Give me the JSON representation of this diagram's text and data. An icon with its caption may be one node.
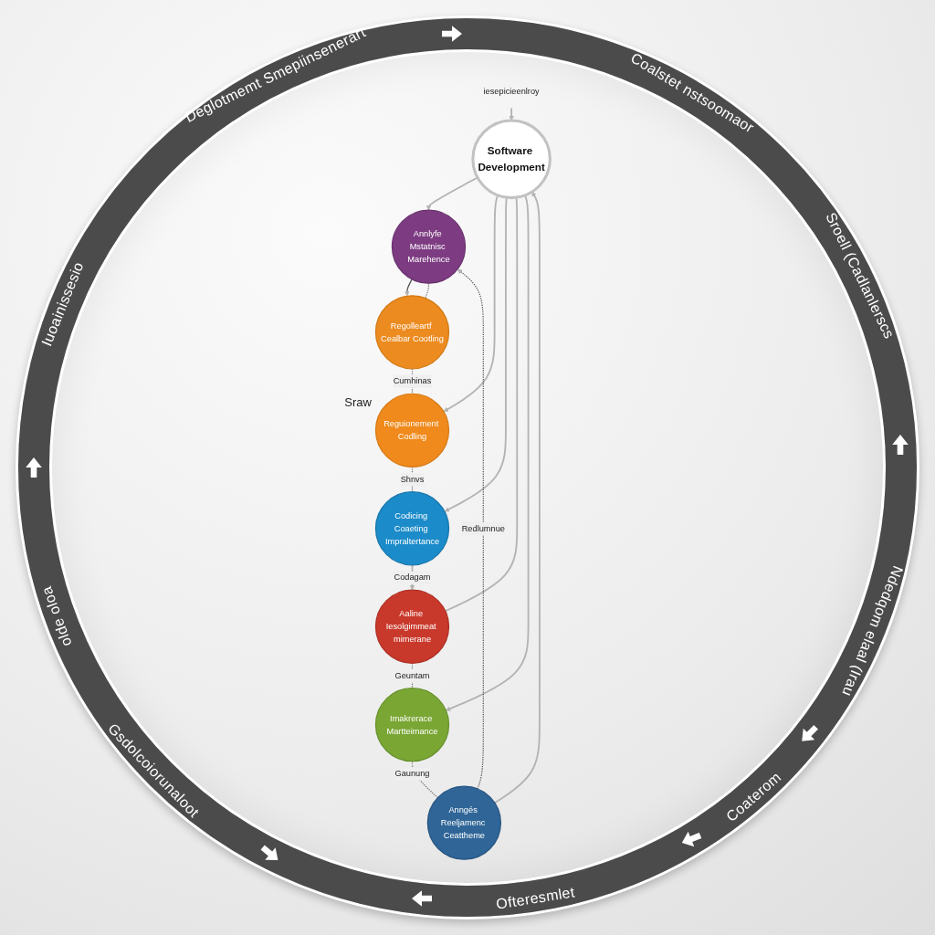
{
  "diagram": {
    "nodes": [
      {
        "text": [
          "Software Development"
        ]
      },
      {
        "text": [
          "Annlyfe Mstatnisc Marehence"
        ]
      },
      {
        "text": [
          "Regolleartf Cealbar Cootling"
        ]
      },
      {
        "text": [
          "Reguionement Codling"
        ]
      },
      {
        "text": [
          "Codicing Coaeting Impraltertance"
        ]
      },
      {
        "text": [
          "Aaline Iesolgimmeat mimerane"
        ]
      },
      {
        "text": [
          "Imakrerace Martteimance"
        ]
      },
      {
        "text": [
          "Anngés Reeljamenc Ceattheme"
        ]
      },
      {
        "text": [
          "iesepicieenlroy"
        ]
      }
    ],
    "edges": [
      {
        "from": 0,
        "to": 1,
        "arrow": "to"
      },
      {
        "from": 1,
        "to": 2,
        "arrow": "to",
        "color": "#505050"
      },
      {
        "from": 1,
        "to": 2,
        "arrow": "none",
        "style": "dashed",
        "color": "#707070"
      },
      {
        "from": 2,
        "to": 3,
        "arrow": "none",
        "style": "dashed",
        "color": "#707070",
        "label": "Cumhinas"
      },
      {
        "from": 0,
        "to": 3,
        "arrow": "to"
      },
      {
        "from": 3,
        "to": 4,
        "arrow": "none",
        "style": "dashed",
        "color": "#707070",
        "label": "Shnvs"
      },
      {
        "from": 8,
        "to": 0,
        "arrow": "to"
      },
      {
        "from": 0,
        "to": 4,
        "arrow": "to"
      },
      {
        "from": 4,
        "to": 5,
        "arrow": "to",
        "label": "Codagam"
      },
      {
        "from": 0,
        "to": 5,
        "arrow": "none"
      },
      {
        "from": 5,
        "to": 6,
        "arrow": "none",
        "style": "dashed",
        "color": "#707070",
        "label": "Geuntam"
      },
      {
        "from": 0,
        "to": 6,
        "arrow": "to"
      },
      {
        "from": 6,
        "to": 7,
        "arrow": "none",
        "style": "dashed",
        "color": "#707070",
        "label": "Gaunung"
      },
      {
        "from": 7,
        "to": 0,
        "arrow": "to"
      },
      {
        "from": 7,
        "to": 1,
        "arrow": "to",
        "style": "dashed",
        "color": "#505050",
        "label": "Redlumnue"
      }
    ],
    "labels": [
      "Deglotmemt Smepiinsenerart",
      "Coalstet nstsoomaor",
      "Sroell (Cadlanlerscs",
      "Ndedqom elaal (Irau",
      "Coaterom",
      "Ofteresmlet",
      "Gsdolcoiorunaloot",
      "olde oloa",
      "Iuoainissesio",
      "Sraw"
    ]
  }
}
